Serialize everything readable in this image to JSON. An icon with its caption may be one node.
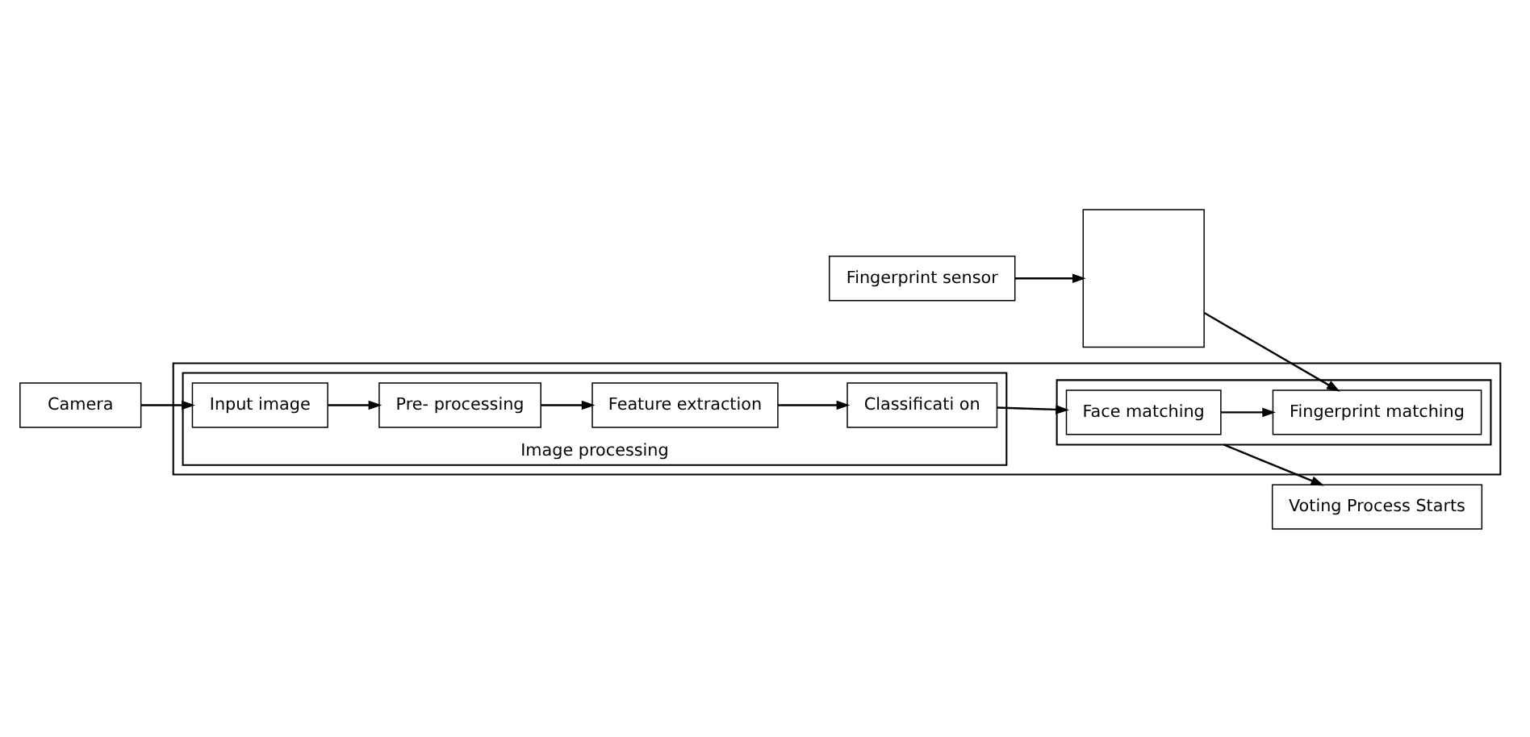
{
  "diagram": {
    "nodes": [
      {
        "text": [],
        "shape": "box"
      },
      {
        "text": [],
        "shape": "box",
        "in": 0
      },
      {
        "text": [
          "Face matching"
        ],
        "in": 1
      },
      {
        "text": [
          "Fingerprint matching"
        ],
        "in": 1
      },
      {
        "text": [
          "Image processing"
        ],
        "in": 0
      },
      {
        "text": [
          "Classificati on"
        ],
        "in": 4
      },
      {
        "text": [
          "Feature extraction"
        ],
        "in": 4
      },
      {
        "text": [
          "Input image"
        ],
        "in": 4
      },
      {
        "text": [
          "Pre- processing"
        ],
        "in": 4
      },
      {
        "text": [],
        "shape": "box"
      },
      {
        "text": [
          "Fingerprint sensor"
        ]
      },
      {
        "text": [
          "Voting Process Starts"
        ]
      },
      {
        "text": [
          "Camera"
        ]
      }
    ],
    "edges": [
      {
        "from": 10,
        "to": 9,
        "arrow": "to"
      },
      {
        "from": 9,
        "to": 3,
        "arrow": "to"
      },
      {
        "from": 6,
        "to": 5,
        "arrow": "to"
      },
      {
        "from": 5,
        "to": 2,
        "arrow": "to"
      },
      {
        "from": 2,
        "to": 3,
        "arrow": "to"
      },
      {
        "from": 8,
        "to": 6,
        "arrow": "to"
      },
      {
        "from": 7,
        "to": 8,
        "arrow": "to"
      },
      {
        "from": 12,
        "to": 7,
        "arrow": "to"
      },
      {
        "from": 1,
        "to": 11,
        "arrow": "to"
      }
    ]
  }
}
